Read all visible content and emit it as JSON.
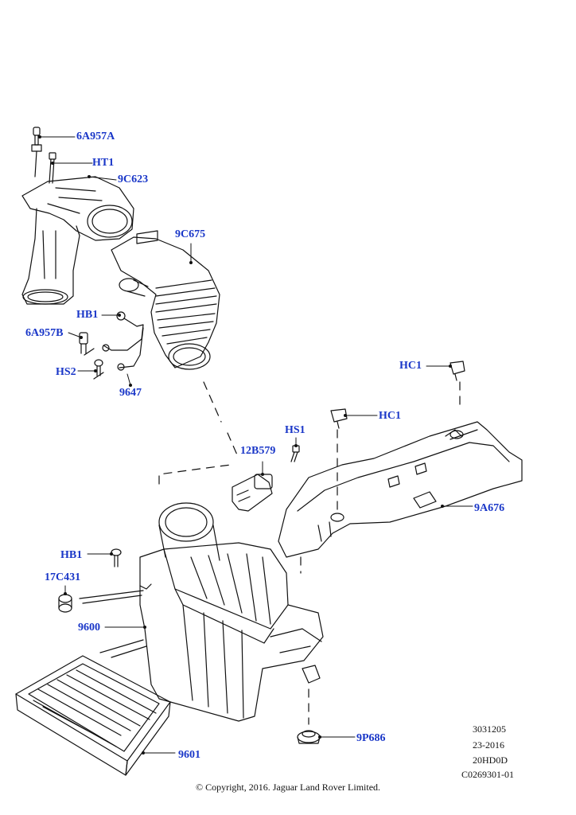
{
  "labels": {
    "a6a957a": "6A957A",
    "ht1": "HT1",
    "c9c623": "9C623",
    "c9c675": "9C675",
    "hb1_top": "HB1",
    "a6a957b": "6A957B",
    "hs2": "HS2",
    "p9647": "9647",
    "hc1_right": "HC1",
    "hc1_mid": "HC1",
    "hs1": "HS1",
    "b12b579": "12B579",
    "a9a676": "9A676",
    "hb1_low": "HB1",
    "c17c431": "17C431",
    "p9600": "9600",
    "p9601": "9601",
    "p9p686": "9P686"
  },
  "meta": {
    "line1": "3031205",
    "line2": "23-2016",
    "line3": "20HD0D",
    "line4": "C0269301-01"
  },
  "copyright": "© Copyright, 2016. Jaguar Land Rover Limited.",
  "colors": {
    "callout": "#1a37c8",
    "line": "#111111"
  }
}
